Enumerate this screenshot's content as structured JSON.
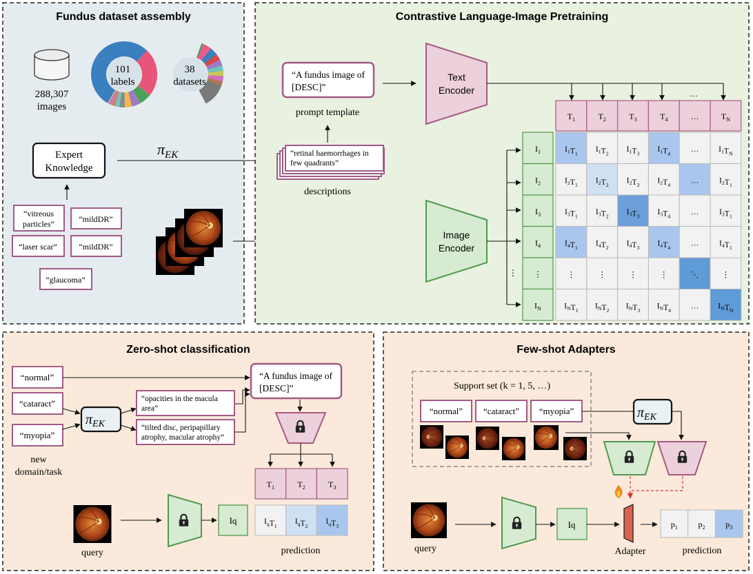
{
  "panels": {
    "dataset": {
      "title": "Fundus dataset assembly"
    },
    "clip": {
      "title": "Contrastive Language-Image Pretraining"
    },
    "zeroshot": {
      "title": "Zero-shot classification"
    },
    "fewshot": {
      "title": "Few-shot Adapters"
    }
  },
  "dataset": {
    "images_count": "288,307",
    "images_label": "images",
    "labels_count": "101",
    "labels_label": "labels",
    "datasets_count": "38",
    "datasets_label": "datasets",
    "expert_line1": "Expert",
    "expert_line2": "Knowledge",
    "pi_symbol": "π",
    "pi_sub": "EK",
    "tag1_line1": "“vitreous",
    "tag1_line2": "particles”",
    "tag2": "“mildDR”",
    "tag3": "“laser scar”",
    "tag4": "“mildDR”",
    "tag5": "“glaucoma”"
  },
  "clip": {
    "prompt_line1": "“A fundus image of",
    "prompt_line2": "[DESC]”",
    "prompt_caption": "prompt template",
    "desc_line1": "“retinal haemorrhages in",
    "desc_line2": "few quadrants”",
    "desc_caption": "descriptions",
    "text_encoder_line1": "Text",
    "text_encoder_line2": "Encoder",
    "image_encoder_line1": "Image",
    "image_encoder_line2": "Encoder",
    "ellipsis": "…",
    "vdots": "⋮",
    "ddots": "⋱"
  },
  "matrix": {
    "cols": [
      "T1",
      "T2",
      "T3",
      "T4",
      "…",
      "TN"
    ],
    "rows": [
      "I1",
      "I2",
      "I3",
      "I4",
      "⋮",
      "IN"
    ],
    "cells": [
      [
        "I1T1",
        "I1T2",
        "I1T3",
        "I1T4",
        "…",
        "I1TN"
      ],
      [
        "I2T1",
        "I2T2",
        "I2T3",
        "I2T4",
        "…",
        "I2T1"
      ],
      [
        "I3T1",
        "I3T2",
        "I3T3",
        "I3T4",
        "…",
        "I3T1"
      ],
      [
        "I4T1",
        "I4T2",
        "I4T3",
        "I4T4",
        "…",
        "I4T1"
      ],
      [
        "⋮",
        "⋮",
        "⋮",
        "⋮",
        "⋱",
        "⋮"
      ],
      [
        "INT1",
        "INT2",
        "INT3",
        "INT4",
        "…",
        "INTN"
      ]
    ]
  },
  "zeroshot": {
    "class1": "“normal”",
    "class2": "“cataract”",
    "class3": "“myopia”",
    "new_line1": "new",
    "new_line2": "domain/task",
    "desc1_line1": "“opacities in the macula",
    "desc1_line2": "area”",
    "desc2_line1": "“tilted disc, peripapillary",
    "desc2_line2": "atrophy, macular atrophy”",
    "prompt_line1": "“A fundus image of",
    "prompt_line2": "[DESC]”",
    "t_labels": [
      "T1",
      "T2",
      "T3"
    ],
    "iq": "Iq",
    "p_labels": [
      "IqT1",
      "IqT2",
      "IqT3"
    ],
    "query": "query",
    "prediction": "prediction"
  },
  "fewshot": {
    "support_title": "Support set (k = 1, 5, …)",
    "class1": "“normal”",
    "class2": "“cataract”",
    "class3": "“myopia”",
    "iq": "Iq",
    "adapter": "Adapter",
    "p_labels": [
      "p1",
      "p2",
      "p3"
    ],
    "query": "query",
    "prediction": "prediction"
  },
  "colors": {
    "blue_panel": "#e5ecef",
    "green_panel": "#e9f1e1",
    "orange_panel": "#fbeadb",
    "text_encoder": "#ecd0dc",
    "text_encoder_stroke": "#a85a82",
    "image_encoder": "#d7ebd2",
    "image_encoder_stroke": "#4f9a4f",
    "tag_stroke": "#a05a85",
    "diag_strong": "#5f9bd6",
    "diag_light": "#a9c7ee",
    "diag_pale": "#cfe0f3",
    "adapter": "#d9634e",
    "dashed_red": "#e03030"
  }
}
